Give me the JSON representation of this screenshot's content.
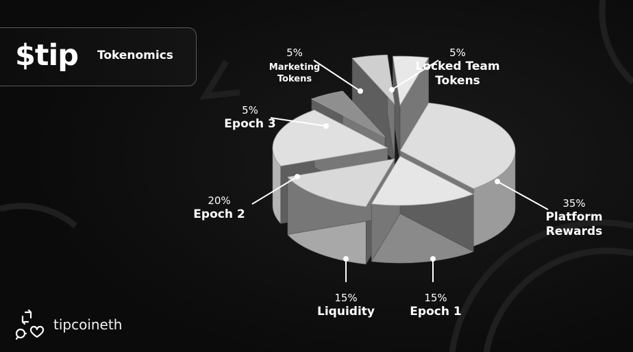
{
  "header": {
    "brand": "$tip",
    "subtitle": "Tokenomics"
  },
  "footer": {
    "handle": "tipcoineth",
    "icon": "repost-comment-heart-icon"
  },
  "colors": {
    "background": "#0b0b0b",
    "text": "#ffffff",
    "leader_line": "#ffffff"
  },
  "chart_data": {
    "type": "pie",
    "title": "",
    "style": "3d-exploded",
    "slices": [
      {
        "label": "Platform Rewards",
        "value": 35,
        "value_label": "35%",
        "label_lines": [
          "Platform",
          "Rewards"
        ]
      },
      {
        "label": "Epoch 1",
        "value": 15,
        "value_label": "15%",
        "label_lines": [
          "Epoch 1"
        ]
      },
      {
        "label": "Liquidity",
        "value": 15,
        "value_label": "15%",
        "label_lines": [
          "Liquidity"
        ]
      },
      {
        "label": "Epoch 2",
        "value": 20,
        "value_label": "20%",
        "label_lines": [
          "Epoch 2"
        ]
      },
      {
        "label": "Epoch 3",
        "value": 5,
        "value_label": "5%",
        "label_lines": [
          "Epoch 3"
        ]
      },
      {
        "label": "Marketing Tokens",
        "value": 5,
        "value_label": "5%",
        "label_lines": [
          "Marketing",
          "Tokens"
        ]
      },
      {
        "label": "Locked Team Tokens",
        "value": 5,
        "value_label": "5%",
        "label_lines": [
          "Locked Team",
          "Tokens"
        ]
      }
    ]
  }
}
